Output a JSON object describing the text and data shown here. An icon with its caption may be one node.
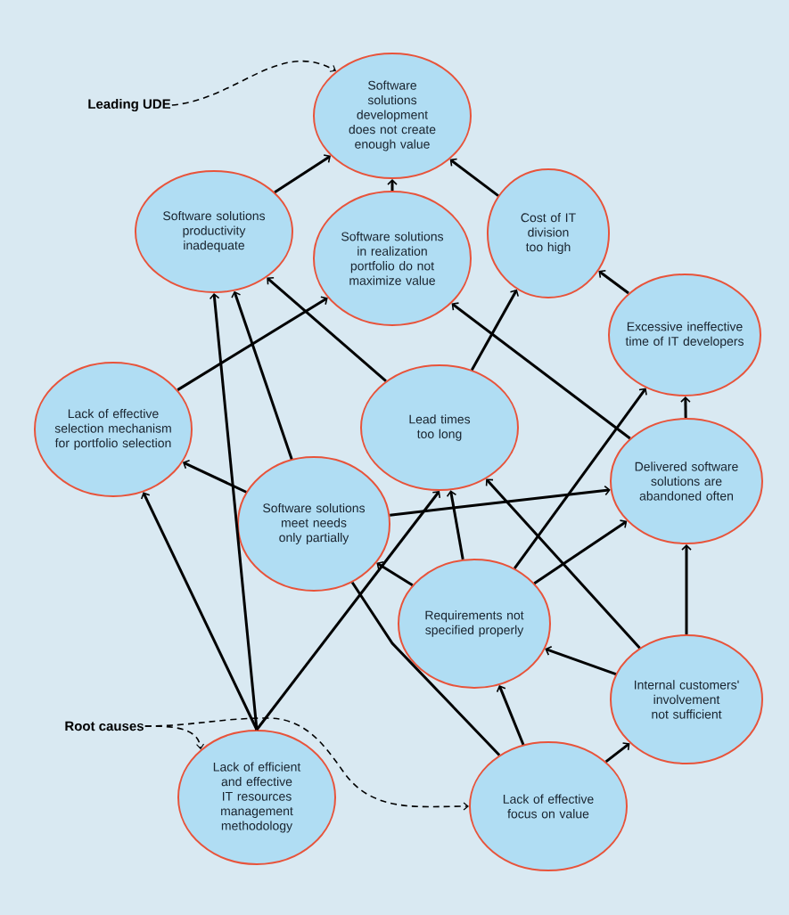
{
  "diagram": {
    "nodes": [
      {
        "text": [
          "Software solutions development does not create enough value"
        ]
      },
      {
        "text": [
          "Software solutions productivity inadequate"
        ]
      },
      {
        "text": [
          "Software solutions in realization portfolio do not maximize value"
        ]
      },
      {
        "text": [
          "Cost of IT division too high"
        ]
      },
      {
        "text": [
          "Excessive ineffective time of IT developers"
        ]
      },
      {
        "text": [
          "Lack of effective selection mechanism for portfolio selection"
        ]
      },
      {
        "text": [
          "Lead times too long"
        ]
      },
      {
        "text": [
          "Delivered software solutions are abandoned often"
        ]
      },
      {
        "text": [
          "Software solutions meet needs only partially"
        ]
      },
      {
        "text": [
          "Requirements not specified properly"
        ]
      },
      {
        "text": [
          "Internal customers' involvement not sufficient"
        ]
      },
      {
        "text": [
          "Lack of efficient and effective IT resources management methodology"
        ]
      },
      {
        "text": [
          "Lack of effective focus on value"
        ]
      },
      {
        "text": [
          "Leading UDE"
        ]
      },
      {
        "text": [
          "Root causes"
        ]
      }
    ],
    "edges": [
      {
        "from": 1,
        "to": 0,
        "arrow": "to"
      },
      {
        "from": 2,
        "to": 0,
        "arrow": "to"
      },
      {
        "from": 3,
        "to": 0,
        "arrow": "to"
      },
      {
        "from": 4,
        "to": 3,
        "arrow": "to"
      },
      {
        "from": 5,
        "to": 2,
        "arrow": "to"
      },
      {
        "from": 6,
        "to": 1,
        "arrow": "to"
      },
      {
        "from": 6,
        "to": 3,
        "arrow": "to"
      },
      {
        "from": 7,
        "to": 2,
        "arrow": "to"
      },
      {
        "from": 7,
        "to": 4,
        "arrow": "to"
      },
      {
        "from": 8,
        "to": 1,
        "arrow": "to"
      },
      {
        "from": 8,
        "to": 5,
        "arrow": "to"
      },
      {
        "from": 8,
        "to": 7,
        "arrow": "to"
      },
      {
        "from": 9,
        "to": 8,
        "arrow": "to"
      },
      {
        "from": 9,
        "to": 6,
        "arrow": "to"
      },
      {
        "from": 9,
        "to": 4,
        "arrow": "to"
      },
      {
        "from": 9,
        "to": 7,
        "arrow": "to"
      },
      {
        "from": 10,
        "to": 9,
        "arrow": "to"
      },
      {
        "from": 10,
        "to": 6,
        "arrow": "to"
      },
      {
        "from": 10,
        "to": 7,
        "arrow": "to"
      },
      {
        "from": 11,
        "to": 1,
        "arrow": "to"
      },
      {
        "from": 11,
        "to": 5,
        "arrow": "to"
      },
      {
        "from": 11,
        "to": 6,
        "arrow": "to"
      },
      {
        "from": 12,
        "to": 8,
        "arrow": "none"
      },
      {
        "from": 12,
        "to": 9,
        "arrow": "to"
      },
      {
        "from": 12,
        "to": 10,
        "arrow": "to"
      },
      {
        "from": 13,
        "to": 0,
        "arrow": "to",
        "style": "dashed"
      },
      {
        "from": 14,
        "to": 11,
        "arrow": "to",
        "style": "dashed"
      },
      {
        "from": 14,
        "to": 12,
        "arrow": "to",
        "style": "dashed"
      }
    ]
  }
}
